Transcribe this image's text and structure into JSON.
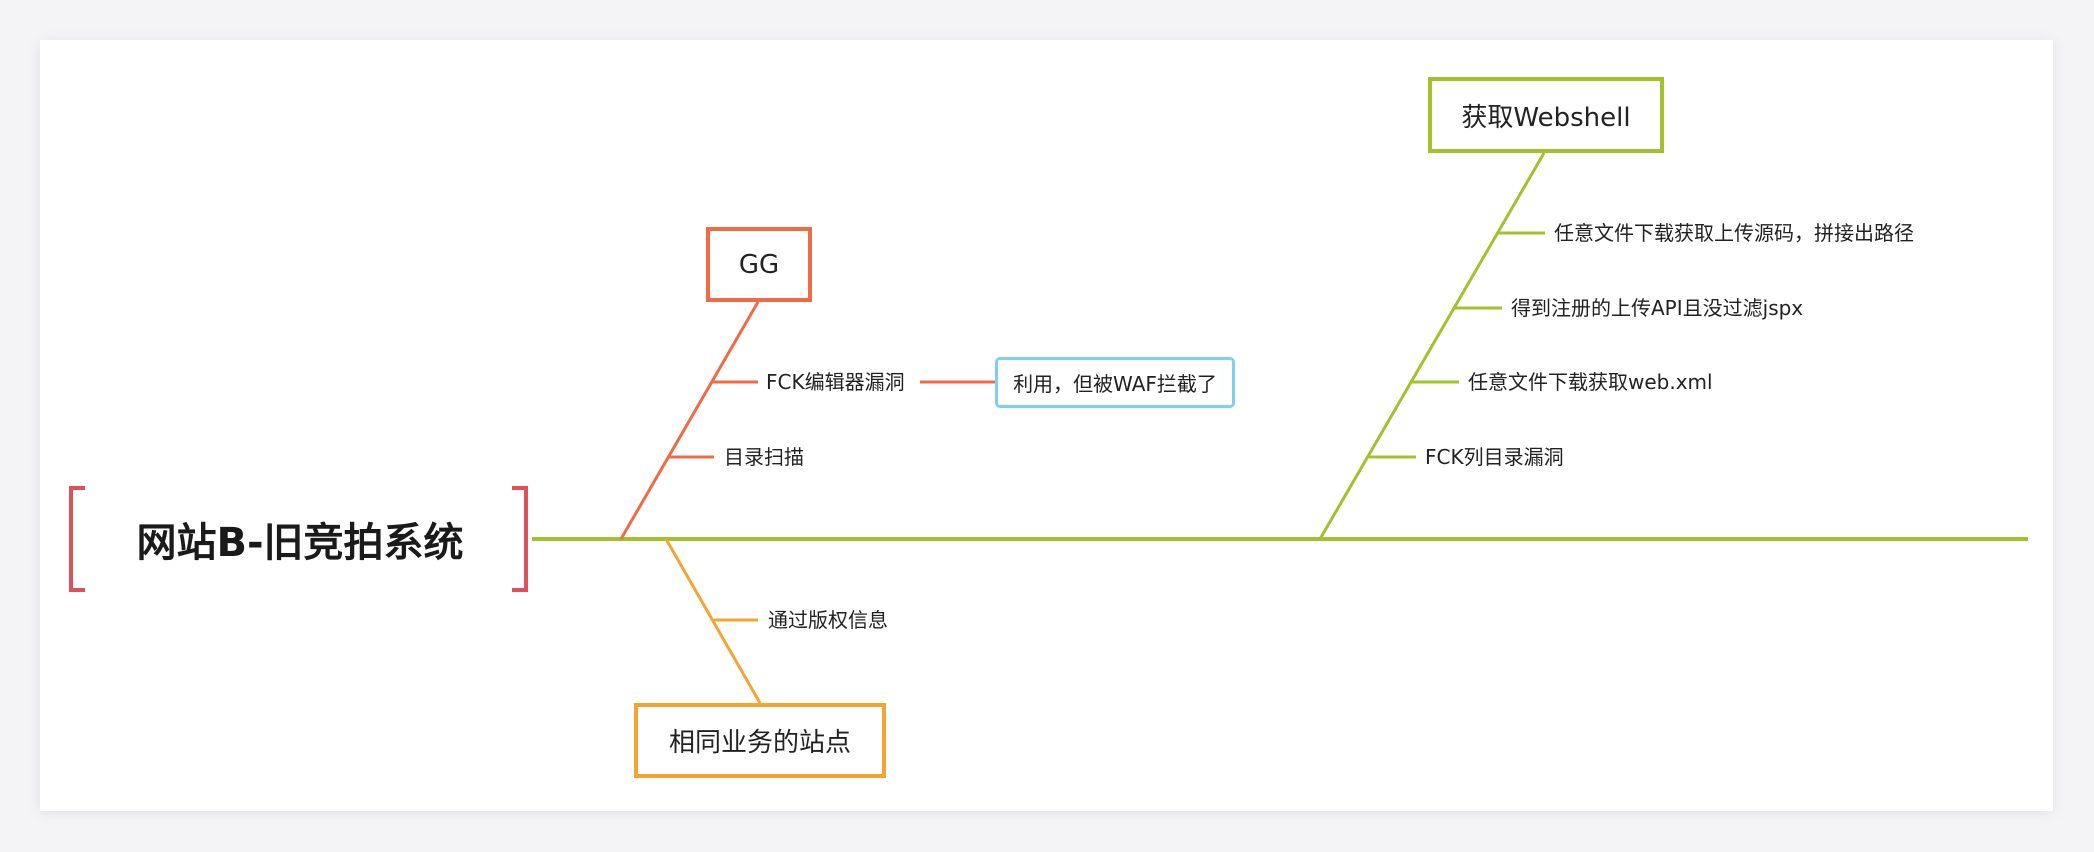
{
  "root": {
    "title": "网站B-旧竞拍系统",
    "bracket_color": "#e0505a"
  },
  "spine_color": "#a3c12b",
  "branches": {
    "gg": {
      "title": "GG",
      "color": "#ef6b45",
      "leaves": [
        "FCK编辑器漏洞",
        "目录扫描"
      ],
      "sub_leaf": {
        "title": "利用，但被WAF拦截了",
        "color": "#7fd0f0"
      }
    },
    "same_business": {
      "title": "相同业务的站点",
      "color": "#f7a330",
      "leaves": [
        "通过版权信息"
      ]
    },
    "webshell": {
      "title": "获取Webshell",
      "color": "#a3c12b",
      "leaves": [
        "任意文件下载获取上传源码，拼接出路径",
        "得到注册的上传API且没过滤jspx",
        "任意文件下载获取web.xml",
        "FCK列目录漏洞"
      ]
    }
  }
}
